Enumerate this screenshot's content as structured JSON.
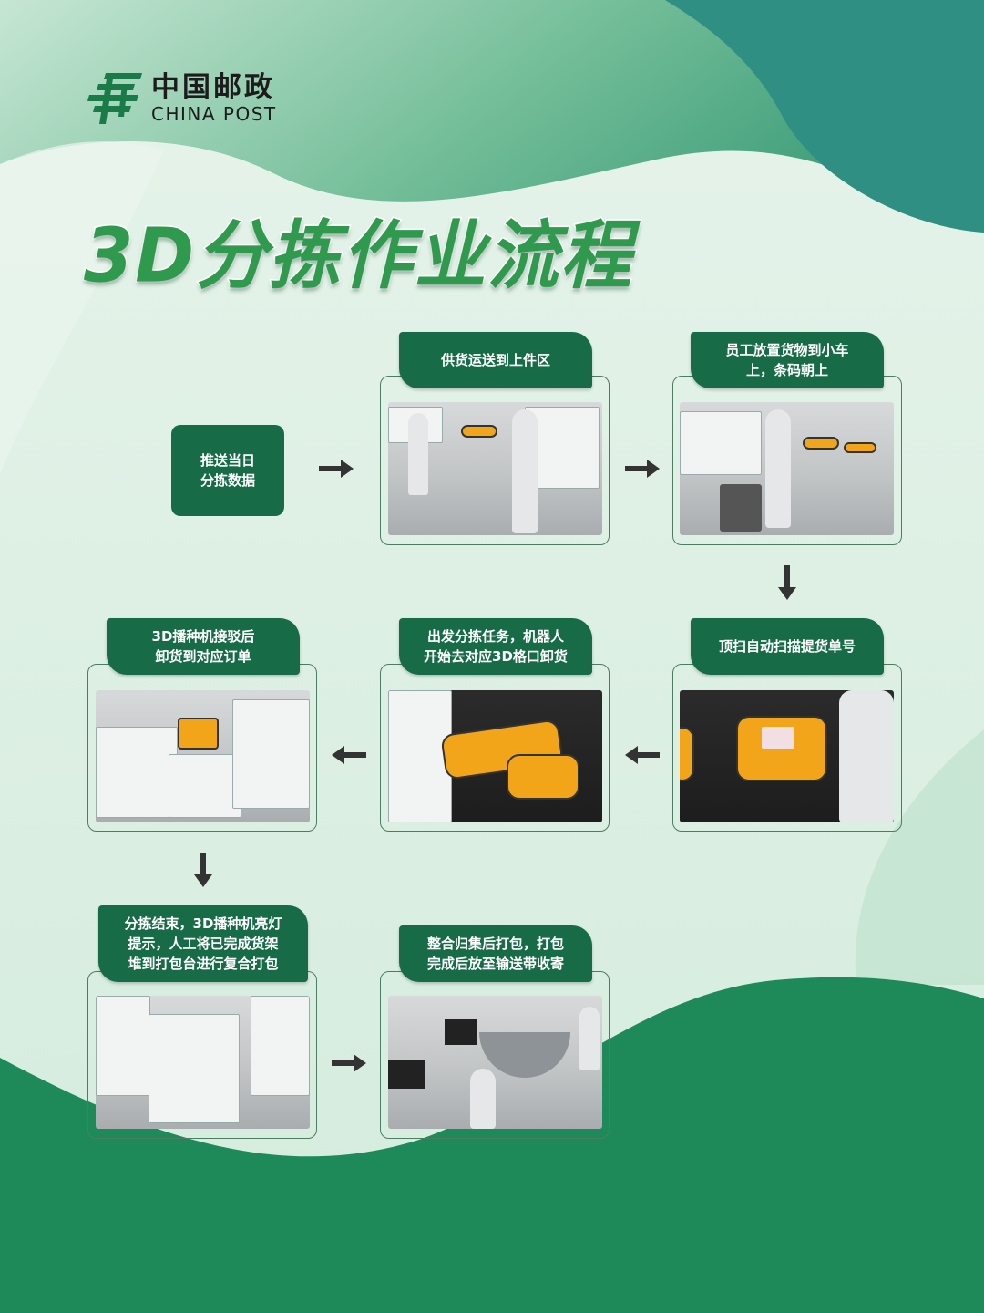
{
  "brand": {
    "name_cn": "中国邮政",
    "name_en": "CHINA POST"
  },
  "title": "3D分拣作业流程",
  "colors": {
    "dark_green": "#176b46",
    "title_green": "#2f9a4e",
    "background": "#dcefe4"
  },
  "start_step": {
    "label_line1": "推送当日",
    "label_line2": "分拣数据"
  },
  "steps": [
    {
      "line1": "供货运送到上件区",
      "line2": "",
      "image": "warehouse-worker-cart"
    },
    {
      "line1": "员工放置货物到小车",
      "line2": "上，条码朝上",
      "image": "worker-placing-goods"
    },
    {
      "line1": "顶扫自动扫描提货单号",
      "line2": "",
      "image": "robot-scanning"
    },
    {
      "line1": "出发分拣任务，机器人",
      "line2": "开始去对应3D格口卸货",
      "image": "robot-unloading"
    },
    {
      "line1": "3D播种机接驳后",
      "line2": "卸货到对应订单",
      "image": "bins-shelf"
    },
    {
      "line1": "分拣结束，3D播种机亮灯",
      "line2": "提示，人工将已完成货架",
      "line3": "堆到打包台进行复合打包",
      "image": "rack-cart"
    },
    {
      "line1": "整合归集后打包，打包",
      "line2": "完成后放至输送带收寄",
      "image": "packing-station"
    }
  ],
  "icons": [
    "arrow-right-icon",
    "arrow-down-icon",
    "arrow-left-icon"
  ]
}
